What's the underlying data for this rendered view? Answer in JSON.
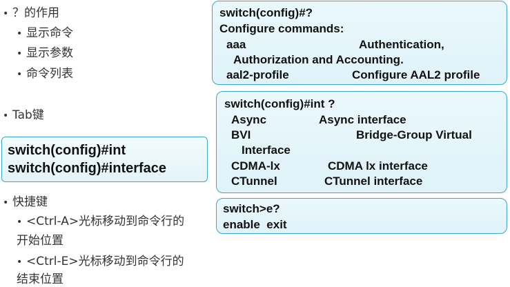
{
  "left": {
    "q_title": "？的作用",
    "q_items": [
      "显示命令",
      "显示参数",
      "命令列表"
    ],
    "tab_title": "Tab键",
    "tab_box": [
      "switch(config)#int",
      "switch(config)#interface"
    ],
    "shortcut_title": "快捷键",
    "shortcut_1a": "<Ctrl-A>光标移动到命令行的",
    "shortcut_1b": "开始位置",
    "shortcut_2a": "<Ctrl-E>光标移动到命令行的",
    "shortcut_2b": "结束位置",
    "bullet": "•"
  },
  "box1": {
    "l1": "switch(config)#?",
    "l2": "Configure commands:",
    "l3a": "aaa",
    "l3b": "Authentication,",
    "l4": "Authorization and Accounting.",
    "l5a": "aal2-profile",
    "l5b": "Configure AAL2 profile"
  },
  "box2": {
    "l1": "switch(config)#int ?",
    "l2a": "Async",
    "l2b": "Async interface",
    "l3a": "BVI",
    "l3b": "Bridge-Group Virtual",
    "l4": "Interface",
    "l5a": "CDMA-lx",
    "l5b": "CDMA lx interface",
    "l6a": "CTunnel",
    "l6b": "CTunnel interface"
  },
  "box3": {
    "l1": "switch>e?",
    "l2": "enable  exit"
  }
}
